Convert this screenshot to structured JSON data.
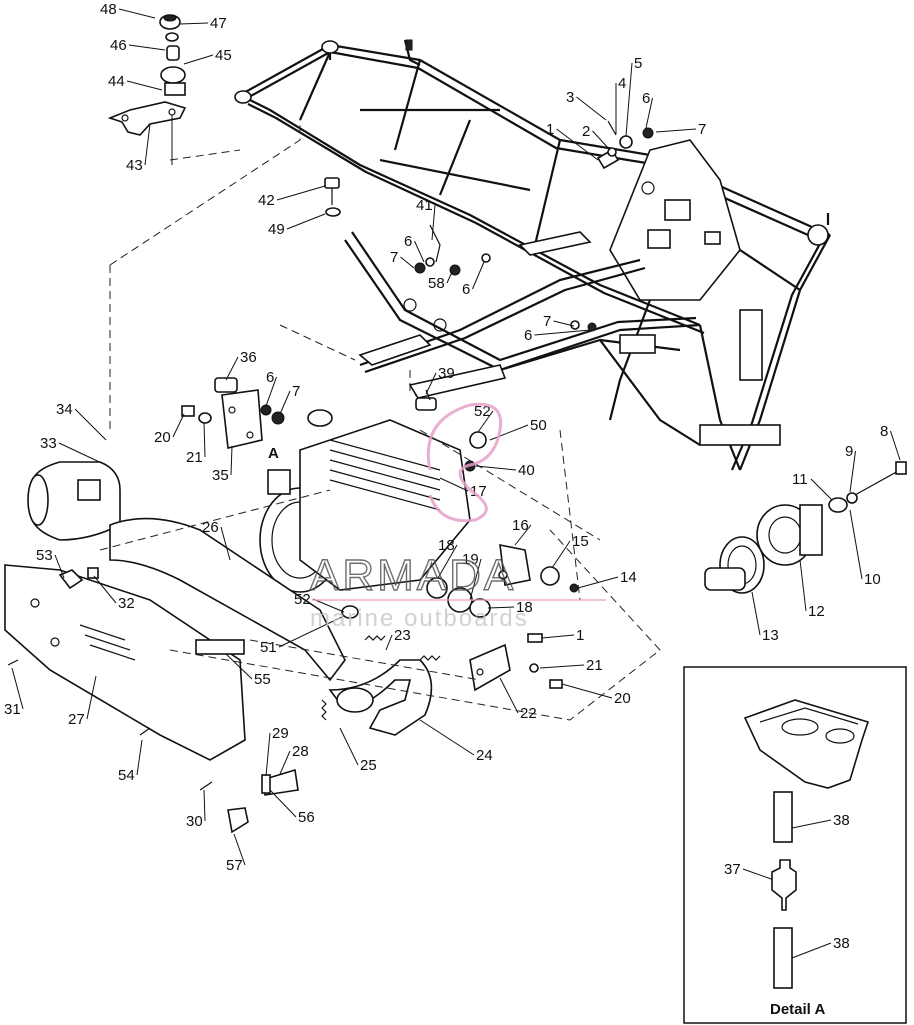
{
  "watermark": {
    "brand": "ARMADA",
    "tagline": "marine outboards",
    "brand_color": "#e8a0c8"
  },
  "detail": {
    "title": "Detail A",
    "marker": "A"
  },
  "callouts": [
    {
      "id": "c48",
      "text": "48"
    },
    {
      "id": "c47",
      "text": "47"
    },
    {
      "id": "c46",
      "text": "46"
    },
    {
      "id": "c45",
      "text": "45"
    },
    {
      "id": "c44",
      "text": "44"
    },
    {
      "id": "c43",
      "text": "43"
    },
    {
      "id": "c42",
      "text": "42"
    },
    {
      "id": "c49",
      "text": "49"
    },
    {
      "id": "c41",
      "text": "41"
    },
    {
      "id": "c6a",
      "text": "6"
    },
    {
      "id": "c7a",
      "text": "7"
    },
    {
      "id": "c58",
      "text": "58"
    },
    {
      "id": "c6b",
      "text": "6"
    },
    {
      "id": "c3",
      "text": "3"
    },
    {
      "id": "c4",
      "text": "4"
    },
    {
      "id": "c5",
      "text": "5"
    },
    {
      "id": "c6c",
      "text": "6"
    },
    {
      "id": "c7b",
      "text": "7"
    },
    {
      "id": "c1a",
      "text": "1"
    },
    {
      "id": "c2",
      "text": "2"
    },
    {
      "id": "c7c",
      "text": "7"
    },
    {
      "id": "c6d",
      "text": "6"
    },
    {
      "id": "c36",
      "text": "36"
    },
    {
      "id": "c6e",
      "text": "6"
    },
    {
      "id": "c7d",
      "text": "7"
    },
    {
      "id": "c39",
      "text": "39"
    },
    {
      "id": "c34",
      "text": "34"
    },
    {
      "id": "c20a",
      "text": "20"
    },
    {
      "id": "c21a",
      "text": "21"
    },
    {
      "id": "c35",
      "text": "35"
    },
    {
      "id": "c33",
      "text": "33"
    },
    {
      "id": "c52a",
      "text": "52"
    },
    {
      "id": "c50",
      "text": "50"
    },
    {
      "id": "c40",
      "text": "40"
    },
    {
      "id": "c17",
      "text": "17"
    },
    {
      "id": "c8",
      "text": "8"
    },
    {
      "id": "c9",
      "text": "9"
    },
    {
      "id": "c11",
      "text": "11"
    },
    {
      "id": "c10",
      "text": "10"
    },
    {
      "id": "c12",
      "text": "12"
    },
    {
      "id": "c13",
      "text": "13"
    },
    {
      "id": "c26",
      "text": "26"
    },
    {
      "id": "c18a",
      "text": "18"
    },
    {
      "id": "c16",
      "text": "16"
    },
    {
      "id": "c19",
      "text": "19"
    },
    {
      "id": "c15",
      "text": "15"
    },
    {
      "id": "c14",
      "text": "14"
    },
    {
      "id": "c18b",
      "text": "18"
    },
    {
      "id": "c53",
      "text": "53"
    },
    {
      "id": "c32",
      "text": "32"
    },
    {
      "id": "c52b",
      "text": "52"
    },
    {
      "id": "c51",
      "text": "51"
    },
    {
      "id": "c23",
      "text": "23"
    },
    {
      "id": "c1b",
      "text": "1"
    },
    {
      "id": "c21b",
      "text": "21"
    },
    {
      "id": "c20b",
      "text": "20"
    },
    {
      "id": "c22",
      "text": "22"
    },
    {
      "id": "c55",
      "text": "55"
    },
    {
      "id": "c31",
      "text": "31"
    },
    {
      "id": "c27",
      "text": "27"
    },
    {
      "id": "c25",
      "text": "25"
    },
    {
      "id": "c24",
      "text": "24"
    },
    {
      "id": "c54",
      "text": "54"
    },
    {
      "id": "c29",
      "text": "29"
    },
    {
      "id": "c28",
      "text": "28"
    },
    {
      "id": "c30",
      "text": "30"
    },
    {
      "id": "c56",
      "text": "56"
    },
    {
      "id": "c57",
      "text": "57"
    },
    {
      "id": "c38a",
      "text": "38"
    },
    {
      "id": "c37",
      "text": "37"
    },
    {
      "id": "c38b",
      "text": "38"
    }
  ]
}
